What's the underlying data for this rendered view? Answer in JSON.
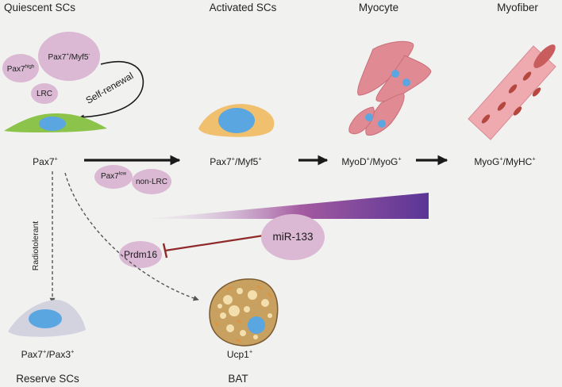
{
  "headers": {
    "quiescent": "Quiescent SCs",
    "activated": "Activated SCs",
    "myocyte": "Myocyte",
    "myofiber": "Myofiber",
    "reserve": "Reserve SCs",
    "bat": "BAT"
  },
  "quiescent_pool": {
    "pax7_high": {
      "base": "Pax7",
      "sup": "high"
    },
    "pax7_myf5_neg": {
      "a": "Pax7",
      "a_sup": "+",
      "b": "/Myf5",
      "b_sup": "-"
    },
    "lrc": "LRC",
    "self_renewal": "Self-renewal"
  },
  "markers": {
    "pax7_pos": {
      "base": "Pax7",
      "sup": "+"
    },
    "pax7_myf5_pos": {
      "a": "Pax7",
      "a_sup": "+",
      "b": "/Myf5",
      "b_sup": "+"
    },
    "myod_myog": {
      "a": "MyoD",
      "a_sup": "+",
      "b": "/MyoG",
      "b_sup": "+"
    },
    "myog_myhc": {
      "a": "MyoG",
      "a_sup": "+",
      "b": "/MyHC",
      "b_sup": "+"
    },
    "pax7_pax3": {
      "a": "Pax7",
      "a_sup": "+",
      "b": "/Pax3",
      "b_sup": "+"
    },
    "ucp1": {
      "base": "Ucp1",
      "sup": "+"
    }
  },
  "activated_pool": {
    "pax7_low": {
      "base": "Pax7",
      "sup": "low"
    },
    "non_lrc": "non-LRC"
  },
  "regulation": {
    "mir133": "miR-133",
    "prdm16": "Prdm16",
    "radiotolerant": "Radiotolerant"
  },
  "colors": {
    "background": "#f1f1f0",
    "bubble": "#dbb8d3",
    "nucleus": "#5aa6e0",
    "quiescent_cell": "#8cc34a",
    "activated_cell": "#f0c06e",
    "myocyte": "#e08a93",
    "myofiber": "#efaab0",
    "myofiber_nuclei": "#b5473f",
    "bat_cell": "#c8a060",
    "reserve_cell": "#d3d3df",
    "gradient_start": "#e9e4f1",
    "gradient_end": "#5a3596",
    "inhibition": "#8f2a2a",
    "arrow": "#1a1a1a"
  }
}
